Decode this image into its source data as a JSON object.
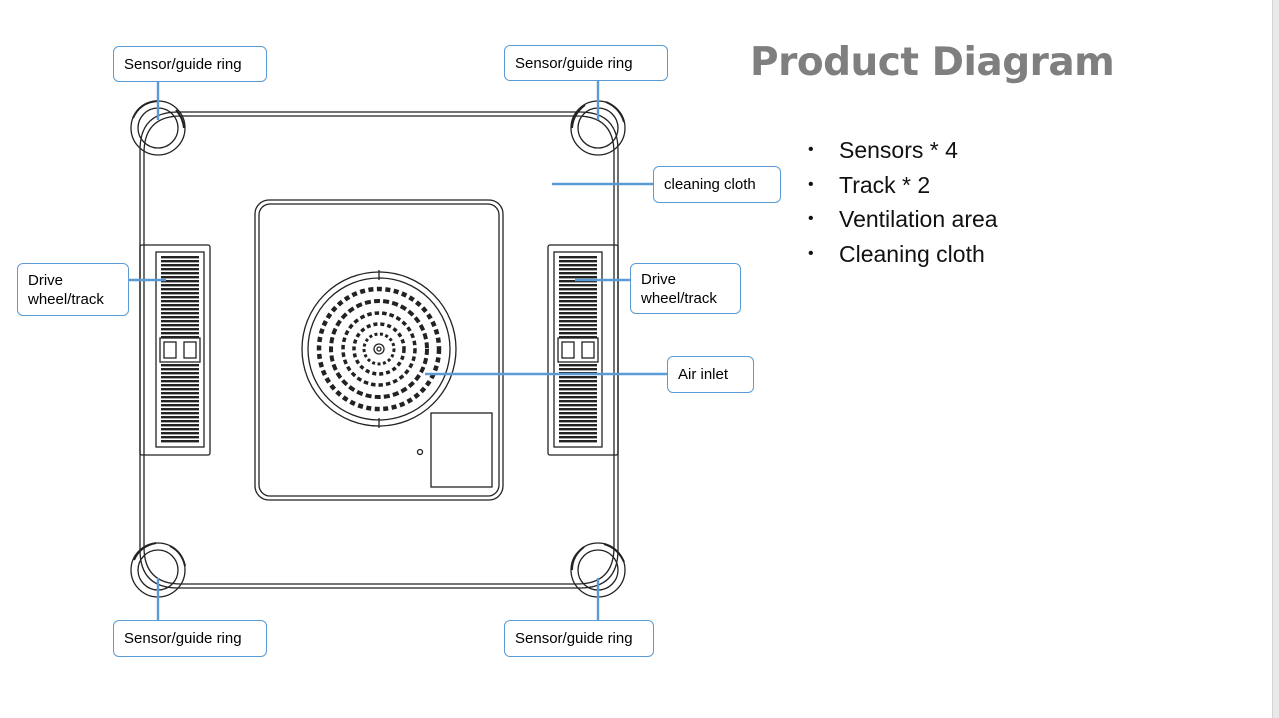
{
  "title": "Product Diagram",
  "features": [
    "Sensors * 4",
    "Track * 2",
    "Ventilation area",
    "Cleaning cloth"
  ],
  "callouts": {
    "sensor_top_left": "Sensor/guide ring",
    "sensor_top_right": "Sensor/guide ring",
    "sensor_bottom_left": "Sensor/guide ring",
    "sensor_bottom_right": "Sensor/guide ring",
    "cleaning_cloth": "cleaning cloth",
    "drive_left_line1": "Drive",
    "drive_left_line2": "wheel/track",
    "drive_right_line1": "Drive",
    "drive_right_line2": "wheel/track",
    "air_inlet": "Air inlet"
  },
  "colors": {
    "callout_border": "#5b9bd5",
    "leader_line": "#5b9bd5",
    "title": "#7f7f7f",
    "drawing_stroke": "#222222"
  }
}
